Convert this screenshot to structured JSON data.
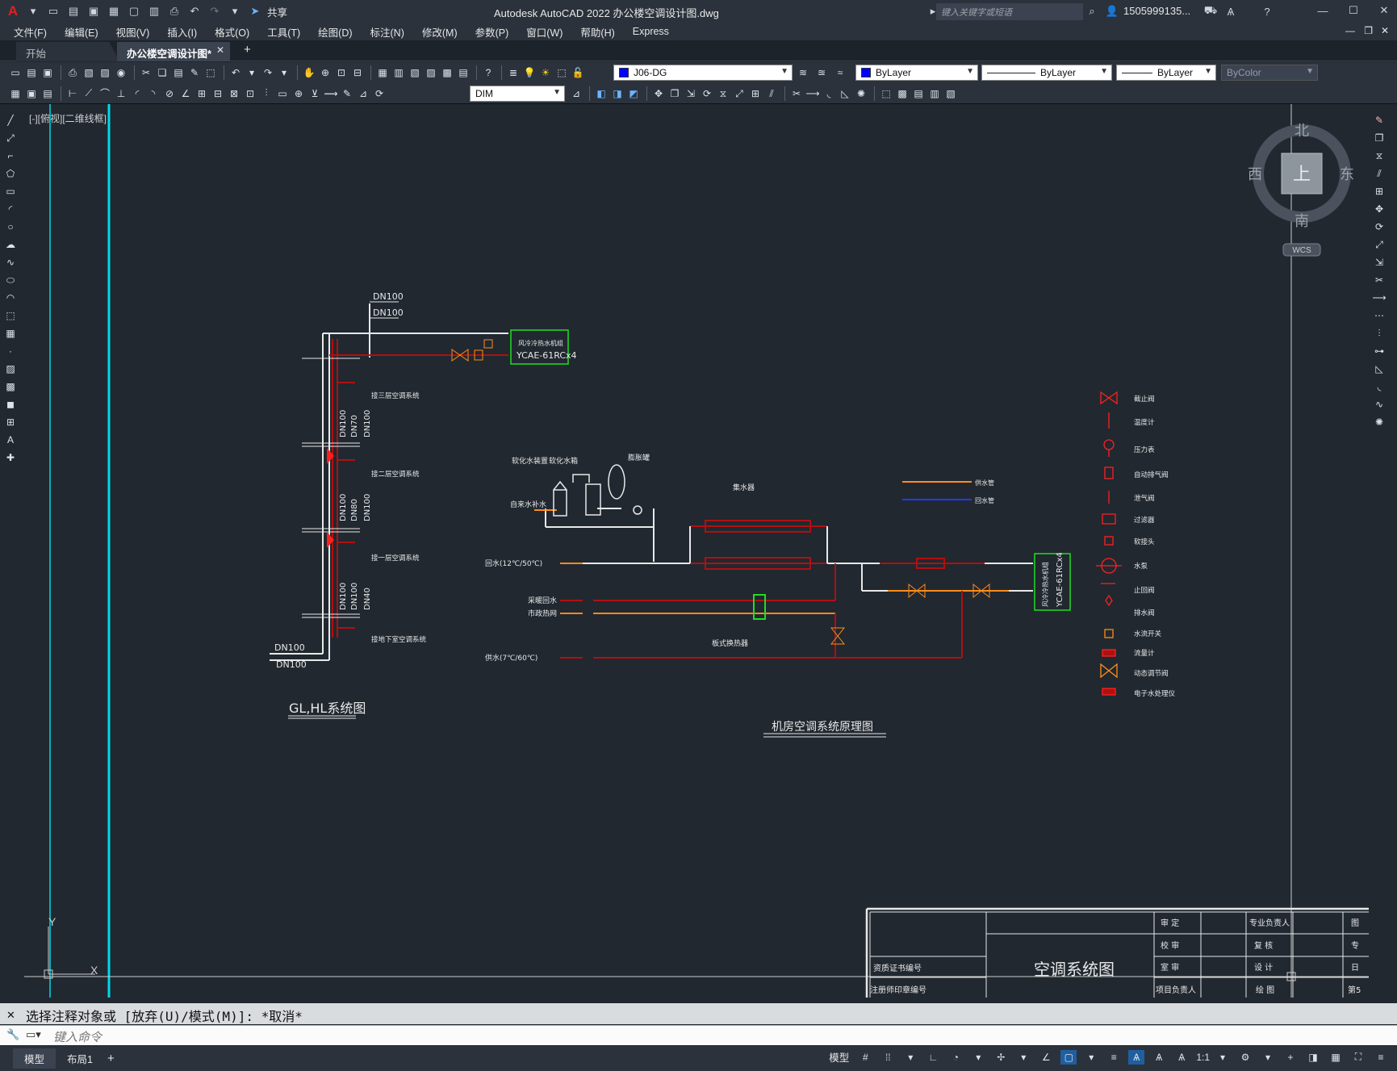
{
  "title_bar": {
    "app_title": "Autodesk AutoCAD 2022    办公楼空调设计图.dwg",
    "share_label": "共享",
    "search_placeholder": "键入关键字或短语",
    "user_name": "1505999135..."
  },
  "menu": [
    "文件(F)",
    "编辑(E)",
    "视图(V)",
    "插入(I)",
    "格式(O)",
    "工具(T)",
    "绘图(D)",
    "标注(N)",
    "修改(M)",
    "参数(P)",
    "窗口(W)",
    "帮助(H)",
    "Express"
  ],
  "tabs": {
    "start": "开始",
    "document": "办公楼空调设计图*"
  },
  "toolbar": {
    "layer_name": "J06-DG",
    "color": "ByLayer",
    "linetype": "ByLayer",
    "lineweight": "ByLayer",
    "plotstyle": "ByColor",
    "dim_style": "DIM"
  },
  "viewport_label": "[-][俯视][二维线框]",
  "viewcube": {
    "north": "北",
    "south": "南",
    "east": "东",
    "west": "西",
    "top": "上",
    "ucs": "WCS"
  },
  "drawing": {
    "left_system": {
      "title": "GL,HL系统图",
      "top_labels": [
        "DN100",
        "DN100"
      ],
      "bottom_labels": [
        "DN100",
        "DN100"
      ],
      "chiller": {
        "line1": "风冷冷热水机组",
        "line2": "YCAE-61RCx4"
      },
      "floors": [
        "接三层空调系统",
        "接二层空调系统",
        "接一层空调系统",
        "接地下室空调系统"
      ],
      "pipe_size_groups": [
        [
          "DN100",
          "DN70",
          "DN100"
        ],
        [
          "DN100",
          "DN80",
          "DN100"
        ],
        [
          "DN100",
          "DN100",
          "DN40"
        ]
      ]
    },
    "plant_room": {
      "title": "机房空调系统原理图",
      "labels": {
        "softener": "软化水装置",
        "soft_tank": "软化水箱",
        "expansion": "膨胀罐",
        "makeup": "自来水补水",
        "collector": "集水器",
        "return_water": "回水(12℃/50℃)",
        "supply_water": "供水(7℃/60℃)",
        "heating_return": "采暖回水",
        "municipal_heat": "市政热网",
        "plate_hx": "板式换热器"
      },
      "chiller": {
        "line1": "风冷冷热水机组",
        "line2": "YCAE-61RCx4"
      },
      "pipe_legend": [
        {
          "name": "供水管",
          "color": "#ff8c1a"
        },
        {
          "name": "回水管",
          "color": "#1f3cff"
        }
      ]
    },
    "legend": [
      "截止阀",
      "温度计",
      "压力表",
      "自动排气阀",
      "泄气阀",
      "过滤器",
      "软接头",
      "水泵",
      "止回阀",
      "排水阀",
      "水流开关",
      "流量计",
      "动态调节阀",
      "电子水处理仪"
    ],
    "title_block": {
      "drawing_name": "空调系统图",
      "cells": [
        "审 定",
        "专业负责人",
        "图",
        "校 审",
        "复 核",
        "专",
        "室 审",
        "设 计",
        "日",
        "项目负责人",
        "绘 图",
        "第5",
        "资质证书编号",
        "注册师印章编号"
      ]
    }
  },
  "command": {
    "history": "选择注释对象或 [放弃(U)/模式(M)]: *取消*",
    "placeholder": "键入命令"
  },
  "status": {
    "model_tab": "模型",
    "layout_tab": "布局1",
    "model_label": "模型",
    "scale": "1:1"
  },
  "colors": {
    "background": "#212830",
    "supply": "#ff8c1a",
    "return": "#b01010",
    "frame": "#00d9e8",
    "chiller_box": "#22dd22"
  }
}
